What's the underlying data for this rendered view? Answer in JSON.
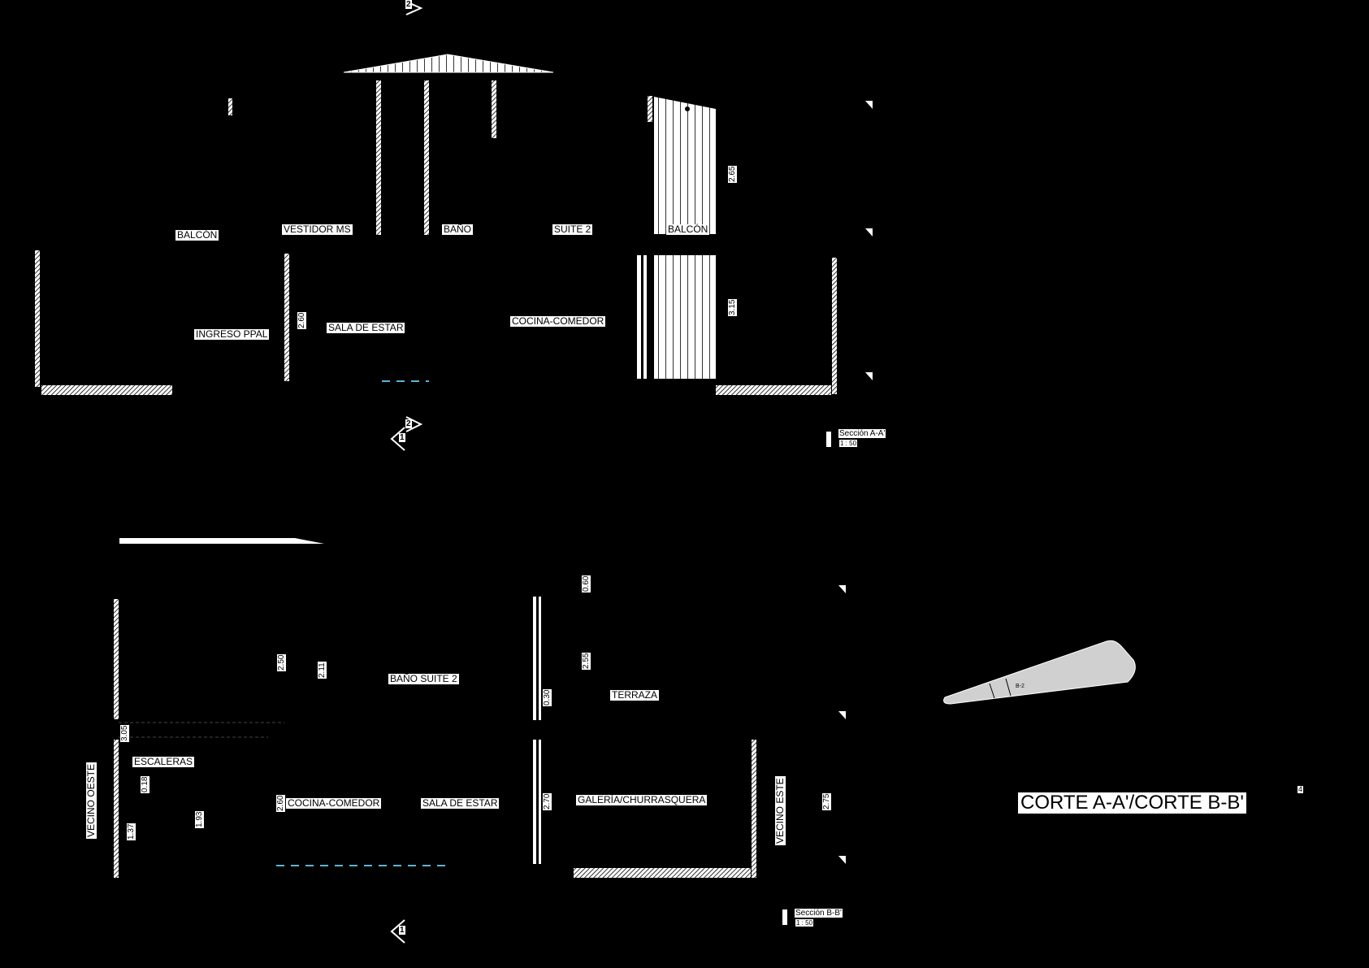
{
  "sections": {
    "a": {
      "title": "Sección A-A'",
      "scale": "1 : 50",
      "number": "1",
      "rooms": {
        "balcon_left": "BALCÓN",
        "vestidor": "VESTIDOR MS",
        "bano": "BAÑO",
        "suite2": "SUITE 2",
        "balcon_right": "BALCÓN",
        "ingreso": "INGRESO PPAL",
        "sala": "SALA DE ESTAR",
        "cocina": "COCINA-COMEDOR"
      },
      "dims": {
        "d1": "2.65",
        "d2": "2.60",
        "d3": "3.15"
      },
      "markers": {
        "top": "2",
        "bottom_a": "2",
        "bottom_b": "1"
      }
    },
    "b": {
      "title": "Sección B-B'",
      "scale": "1 : 50",
      "number": "2",
      "rooms": {
        "bano_suite": "BAÑO SUITE 2",
        "terraza": "TERRAZA",
        "escaleras": "ESCALERAS",
        "cocina": "COCINA-COMEDOR",
        "sala": "SALA DE ESTAR",
        "galeria": "GALERÍA/CHURRASQUERA",
        "vecino_oeste": "VECINO OESTE",
        "vecino_este": "VECINO ESTE"
      },
      "dims": {
        "d1": "0.60",
        "d2": "2.50",
        "d3": "2.11",
        "d4": "2.55",
        "d5": "0.30",
        "d6": "3.05",
        "d7": "0.18",
        "d8": "1.37",
        "d9": "1.93",
        "d10": "2.60",
        "d11": "2.70",
        "d12": "2.75"
      },
      "markers": {
        "bottom": "1"
      }
    }
  },
  "sheet": {
    "title": "CORTE A-A'/CORTE B-B'",
    "number": "4"
  }
}
